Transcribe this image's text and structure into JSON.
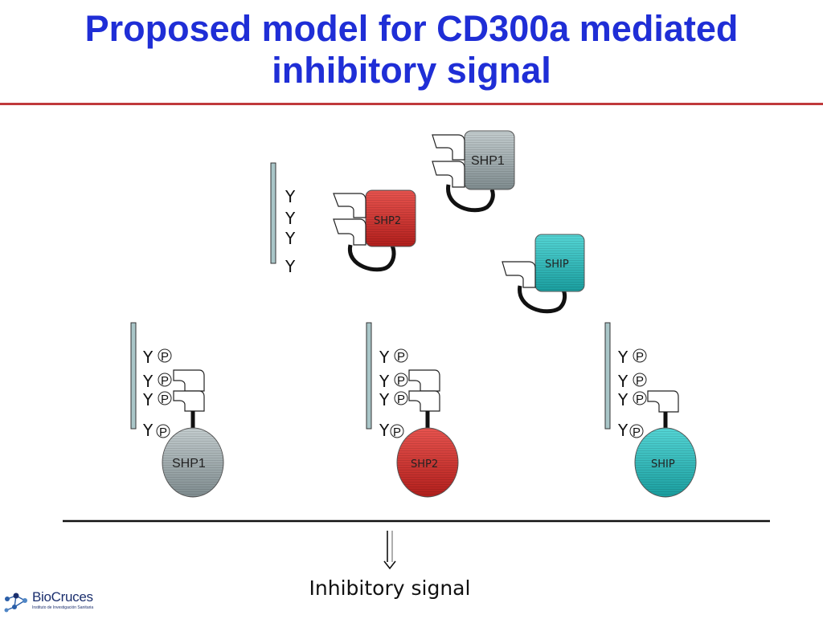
{
  "title": {
    "line1": "Proposed model for CD300a mediated",
    "line2": "inhibitory signal"
  },
  "receptor": {
    "tyrosine": "Y",
    "phospho": "P"
  },
  "enzymes": {
    "shp1": "SHP1",
    "shp2": "SHP2",
    "ship": "SHIP"
  },
  "output_label": "Inhibitory signal",
  "logo": {
    "name": "BioCruces",
    "tagline": "Instituto de Investigación Sanitaria"
  },
  "colors": {
    "title": "#1f2ed6",
    "title_rule": "#c0393b",
    "shp1": "#9aa6a9",
    "shp2": "#d4302c",
    "ship": "#2bbdbd",
    "membrane_bar": "#a9c6c8"
  }
}
